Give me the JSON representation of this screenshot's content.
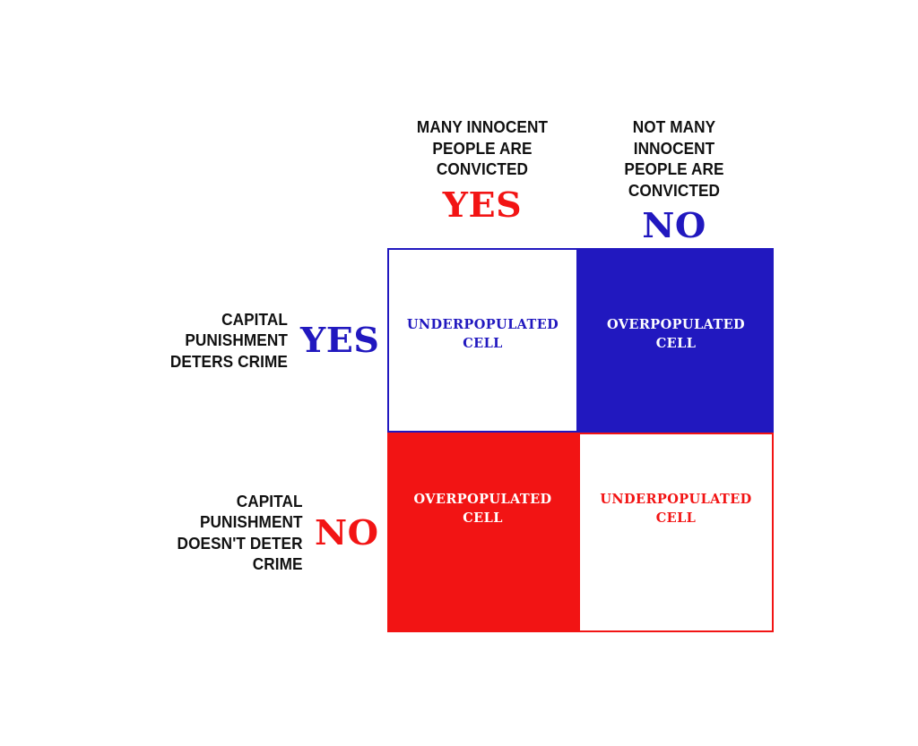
{
  "figure": {
    "type": "2x2-matrix",
    "background_color": "#FFFFFF",
    "colors": {
      "red": "#F21414",
      "blue": "#2118BF",
      "white": "#FFFFFF",
      "text_black": "#111111"
    }
  },
  "columns": [
    {
      "id": "many-convicted",
      "question": "MANY INNOCENT\nPEOPLE ARE\nCONVICTED",
      "answer": "YES",
      "answer_color": "#F21414"
    },
    {
      "id": "not-many-convicted",
      "question": "NOT MANY\nINNOCENT\nPEOPLE ARE\nCONVICTED",
      "answer": "NO",
      "answer_color": "#2118BF"
    }
  ],
  "rows": [
    {
      "id": "deters-crime",
      "question": "CAPITAL\nPUNISHMENT\nDETERS CRIME",
      "answer": "YES",
      "answer_color": "#2118BF"
    },
    {
      "id": "doesnt-deter-crime",
      "question": "CAPITAL\nPUNISHMENT\nDOESN'T DETER\nCRIME",
      "answer": "NO",
      "answer_color": "#F21414"
    }
  ],
  "cells": [
    {
      "id": "yes-yes",
      "row": "deters-crime",
      "column": "many-convicted",
      "label": "UNDERPOPULATED\nCELL",
      "fill": "#FFFFFF",
      "border_color": "#2118BF",
      "text_color": "#2118BF"
    },
    {
      "id": "yes-no",
      "row": "deters-crime",
      "column": "not-many-convicted",
      "label": "OVERPOPULATED\nCELL",
      "fill": "#2118BF",
      "border_color": "#2118BF",
      "text_color": "#FFFFFF"
    },
    {
      "id": "no-yes",
      "row": "doesnt-deter-crime",
      "column": "many-convicted",
      "label": "OVERPOPULATED\nCELL",
      "fill": "#F21414",
      "border_color": "#F21414",
      "text_color": "#FFFFFF"
    },
    {
      "id": "no-no",
      "row": "doesnt-deter-crime",
      "column": "not-many-convicted",
      "label": "UNDERPOPULATED\nCELL",
      "fill": "#FFFFFF",
      "border_color": "#F21414",
      "text_color": "#F21414"
    }
  ]
}
